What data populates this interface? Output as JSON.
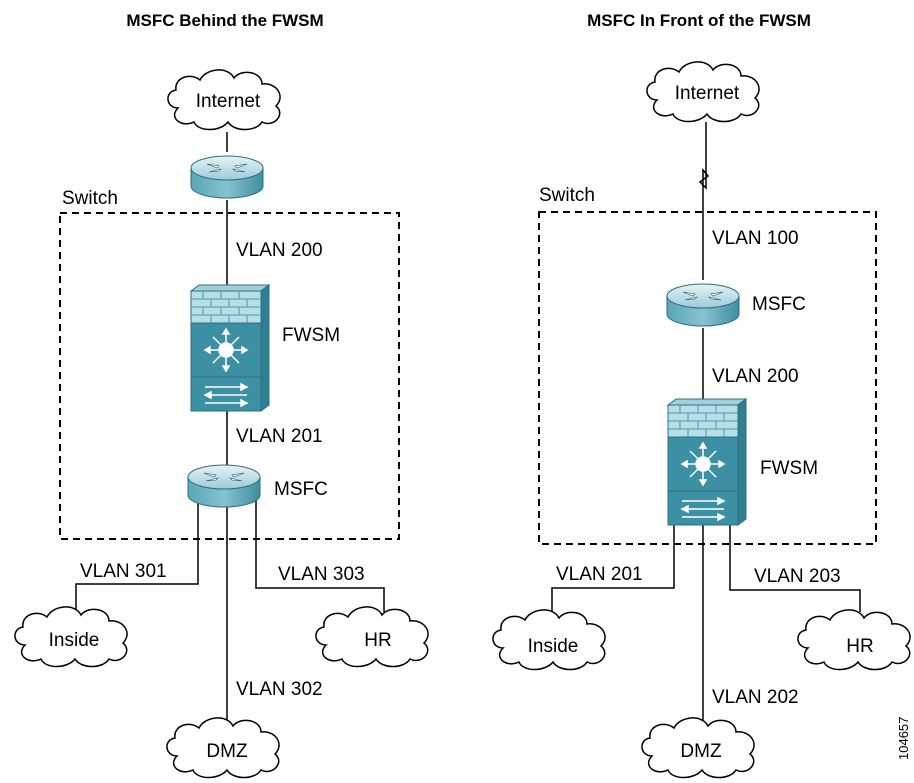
{
  "left": {
    "title": "MSFC Behind the FWSM",
    "internet": "Internet",
    "switch": "Switch",
    "vlan_top": "VLAN 200",
    "fwsm": "FWSM",
    "vlan_mid": "VLAN 201",
    "msfc": "MSFC",
    "vlan_left": "VLAN 301",
    "vlan_right": "VLAN 303",
    "vlan_bottom": "VLAN 302",
    "inside": "Inside",
    "hr": "HR",
    "dmz": "DMZ"
  },
  "right": {
    "title": "MSFC In Front of the FWSM",
    "internet": "Internet",
    "switch": "Switch",
    "vlan_top": "VLAN 100",
    "msfc": "MSFC",
    "vlan_mid": "VLAN 200",
    "fwsm": "FWSM",
    "vlan_left": "VLAN 201",
    "vlan_right": "VLAN 203",
    "vlan_bottom": "VLAN 202",
    "inside": "Inside",
    "hr": "HR",
    "dmz": "DMZ"
  },
  "figure_id": "104657",
  "colors": {
    "device_teal": "#3d8fa3",
    "device_light": "#b9dbe5",
    "brick": "#9fd0dc"
  }
}
